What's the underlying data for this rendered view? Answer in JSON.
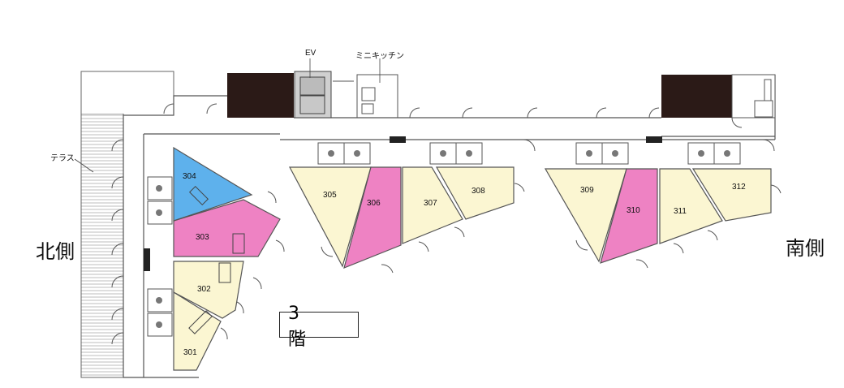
{
  "floor_label": "3　階",
  "labels": {
    "north_side": "北側",
    "south_side": "南側",
    "terrace": "テラス",
    "elevator": "EV",
    "mini_kitchen": "ミニキッチン"
  },
  "rooms": [
    {
      "id": "301",
      "color": "#fbf6d2"
    },
    {
      "id": "302",
      "color": "#fbf6d2"
    },
    {
      "id": "303",
      "color": "#ee82c3"
    },
    {
      "id": "304",
      "color": "#5eb1ec"
    },
    {
      "id": "305",
      "color": "#fbf6d2"
    },
    {
      "id": "306",
      "color": "#ee82c3"
    },
    {
      "id": "307",
      "color": "#fbf6d2"
    },
    {
      "id": "308",
      "color": "#fbf6d2"
    },
    {
      "id": "309",
      "color": "#fbf6d2"
    },
    {
      "id": "310",
      "color": "#ee82c3"
    },
    {
      "id": "311",
      "color": "#fbf6d2"
    },
    {
      "id": "312",
      "color": "#fbf6d2"
    }
  ],
  "colors": {
    "yellow_room": "#fbf6d2",
    "pink_room": "#ee82c3",
    "blue_room": "#5eb1ec",
    "stair_block": "#2b1a17",
    "wall": "#555555"
  }
}
